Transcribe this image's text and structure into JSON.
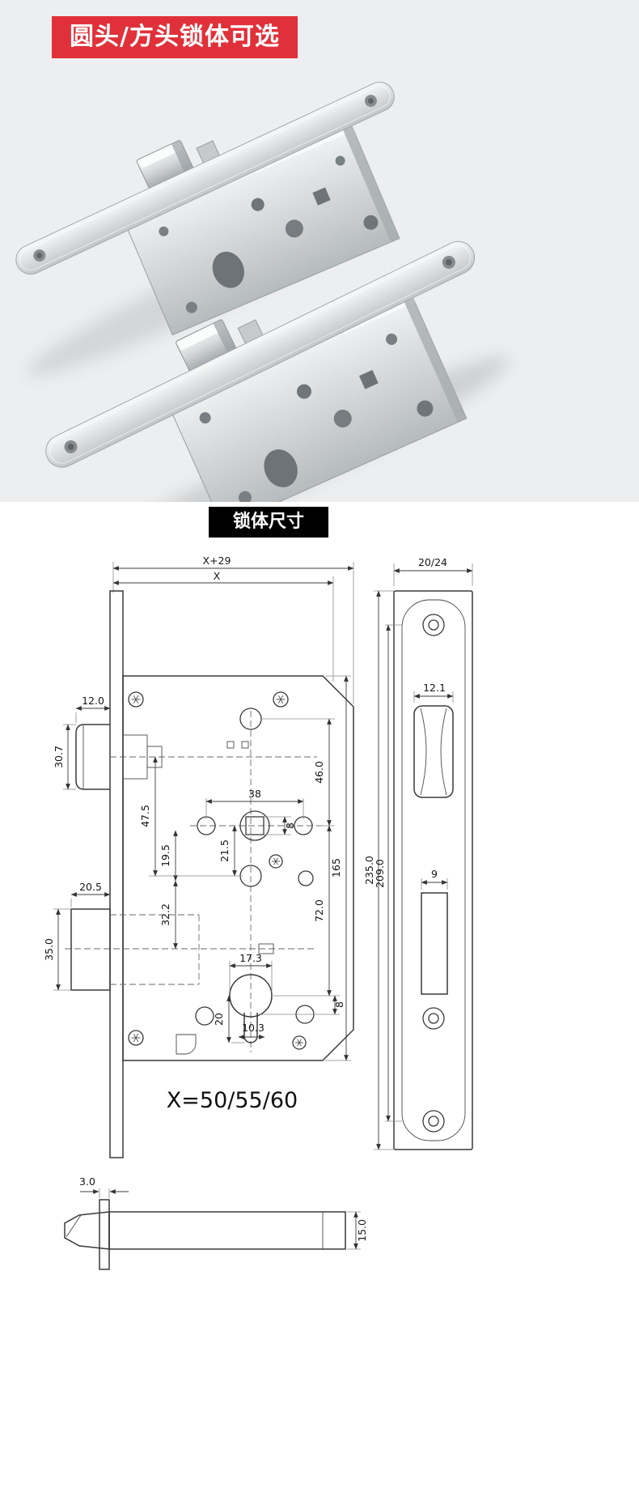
{
  "badges": {
    "header": {
      "label": "圆头/方头锁体可选",
      "bg": "#e0313a",
      "fg": "#ffffff"
    },
    "section": {
      "label": "锁体尺寸",
      "bg": "#000000",
      "fg": "#ffffff"
    }
  },
  "colors": {
    "photo_bg": "#edeef0",
    "page_bg": "#ffffff",
    "line": "#3a3a3a"
  },
  "drawing": {
    "top": {
      "x_plus_29": "X+29",
      "x": "X"
    },
    "left": {
      "latch_width": "12.0",
      "latch_height": "30.7",
      "bolt_width": "20.5",
      "bolt_height": "35.0"
    },
    "body": {
      "d47_5": "47.5",
      "d19_5": "19.5",
      "d32_2": "32.2",
      "d38": "38",
      "d21_5": "21.5",
      "d8_square": "8",
      "d46": "46.0",
      "d72": "72.0",
      "d165": "165",
      "d17_3": "17.3",
      "d20": "20",
      "d10_3": "10.3",
      "d8_cyl": "8"
    },
    "plate": {
      "width": "20/24",
      "latch_cut": "12.1",
      "height": "235.0",
      "screw_span": "209.0",
      "bolt_cut": "9"
    },
    "backset_note": "X=50/55/60",
    "latch_side": {
      "plate_thickness": "3.0",
      "bolt_height": "15.0"
    }
  }
}
